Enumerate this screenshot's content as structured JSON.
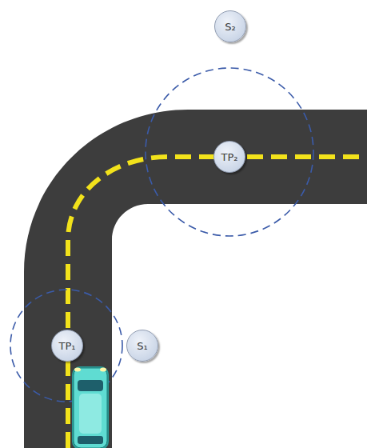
{
  "diagram": {
    "nodes": [
      {
        "text": [
          "S₂"
        ]
      },
      {
        "text": [
          "TP₂"
        ]
      },
      {
        "text": [
          "TP₁"
        ]
      },
      {
        "text": [
          "S₁"
        ]
      }
    ]
  }
}
